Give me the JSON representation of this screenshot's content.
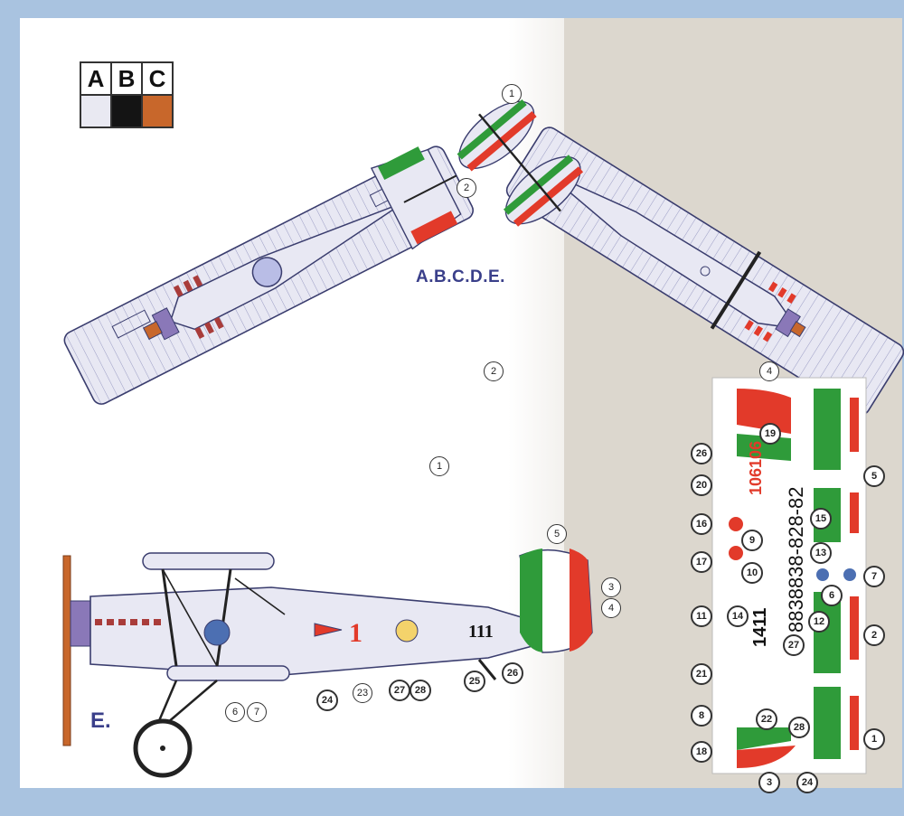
{
  "legend": {
    "letters": [
      "A",
      "B",
      "C"
    ],
    "colors": [
      "#e9e9f2",
      "#141414",
      "#c8672b"
    ]
  },
  "labels": {
    "variants": "A.B.C.D.E.",
    "variant_e": "E."
  },
  "tail_numbers": {
    "fuselage_code": "1",
    "rudder_code": "111"
  },
  "callouts_drawing": [
    "1",
    "2",
    "2",
    "1",
    "5",
    "3",
    "4",
    "6",
    "7",
    "24",
    "23",
    "27",
    "28",
    "25",
    "26"
  ],
  "callouts_sheet": [
    "4",
    "19",
    "5",
    "26",
    "20",
    "16",
    "15",
    "9",
    "10",
    "17",
    "13",
    "7",
    "6",
    "11",
    "14",
    "12",
    "2",
    "27",
    "21",
    "8",
    "22",
    "28",
    "1",
    "18",
    "3",
    "24"
  ],
  "decal_text": {
    "serial_red": "106106",
    "serial_black": "8838838-828-82",
    "code_vertical": "1411"
  },
  "colors": {
    "italian_green": "#2f9b3a",
    "italian_red": "#e23a2a",
    "aircraft_grey": "#e8e8f3",
    "outline": "#3a3d6e",
    "cowl_purple": "#8a78b8",
    "prop_orange": "#c8672b"
  }
}
